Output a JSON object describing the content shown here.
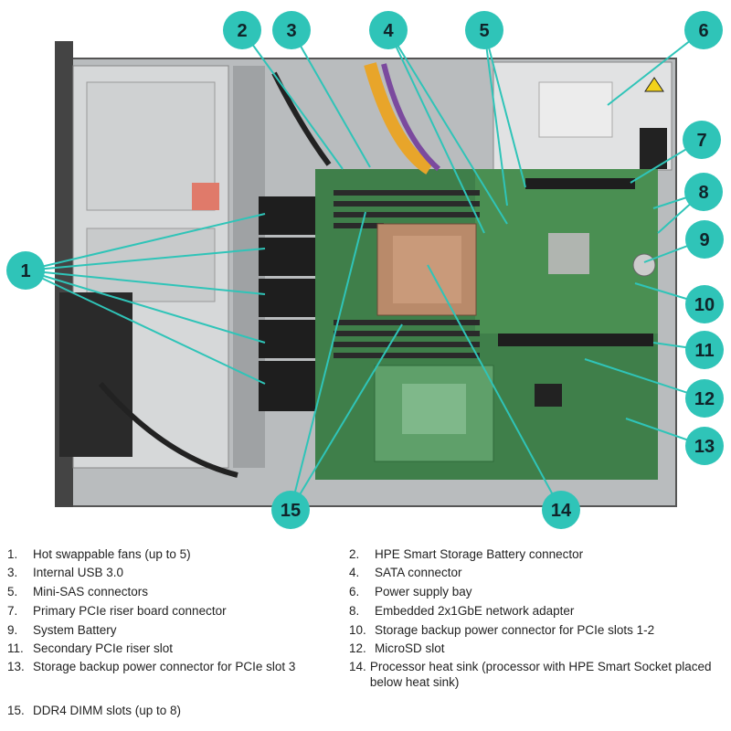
{
  "colors": {
    "callout": "#2fc4b8",
    "callout_text": "#10242a",
    "leader": "#2fc4b8",
    "board": "#3f7f4a",
    "chassis": "#c9cbcc"
  },
  "callouts": [
    "1",
    "2",
    "3",
    "4",
    "5",
    "6",
    "7",
    "8",
    "9",
    "10",
    "11",
    "12",
    "13",
    "14",
    "15"
  ],
  "legend": [
    {
      "num": "1.",
      "text": "Hot swappable fans (up to 5)"
    },
    {
      "num": "2.",
      "text": "HPE Smart Storage Battery connector"
    },
    {
      "num": "3.",
      "text": "Internal USB 3.0"
    },
    {
      "num": "4.",
      "text": "SATA connector"
    },
    {
      "num": "5.",
      "text": "Mini-SAS connectors"
    },
    {
      "num": "6.",
      "text": " Power supply bay"
    },
    {
      "num": "7.",
      "text": "Primary PCIe riser board connector"
    },
    {
      "num": "8.",
      "text": "Embedded 2x1GbE network adapter"
    },
    {
      "num": "9.",
      "text": "System Battery"
    },
    {
      "num": "10.",
      "text": "Storage backup power connector for PCIe slots 1-2"
    },
    {
      "num": "11.",
      "text": "Secondary PCIe riser slot"
    },
    {
      "num": "12.",
      "text": "MicroSD slot"
    },
    {
      "num": "13.",
      "text": "Storage backup power connector for PCIe slot 3"
    },
    {
      "num": "14.",
      "text": "Processor heat sink (processor with HPE Smart Socket placed below heat sink)"
    },
    {
      "num": "15.",
      "text": "DDR4 DIMM slots (up to 8)"
    }
  ]
}
